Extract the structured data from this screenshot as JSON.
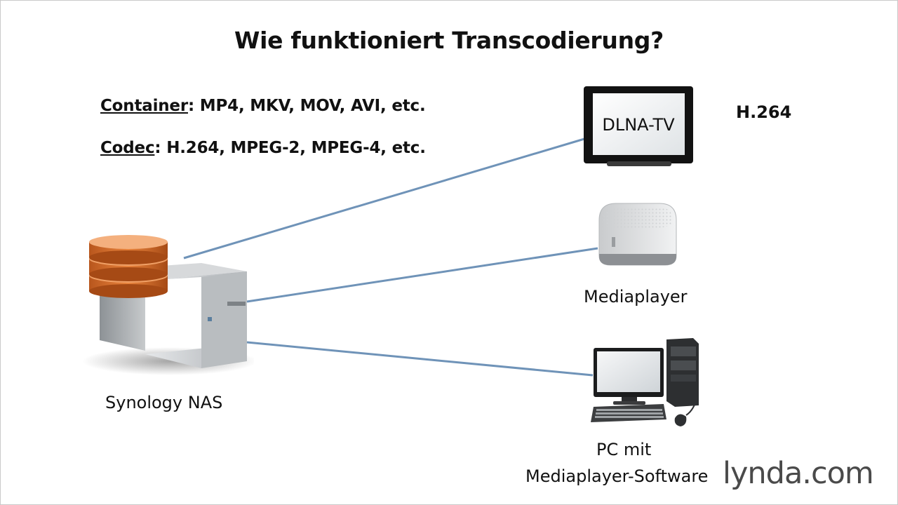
{
  "title": "Wie funktioniert Transcodierung?",
  "container": {
    "term": "Container",
    "rest": ": MP4, MKV, MOV, AVI, etc."
  },
  "codec": {
    "term": "Codec",
    "rest": ": H.264, MPEG-2, MPEG-4, etc."
  },
  "codec_tag": "H.264",
  "nodes": {
    "server": {
      "label": "Synology NAS",
      "icon": "nas-server-icon"
    },
    "tv": {
      "label": "DLNA-TV",
      "icon": "tv-icon"
    },
    "mediaplayer": {
      "label": "Mediaplayer",
      "icon": "media-player-box-icon"
    },
    "pc": {
      "label_line1": "PC mit",
      "label_line2": "Mediaplayer-Software",
      "icon": "desktop-pc-icon"
    }
  },
  "colors": {
    "link": "#6f93b8",
    "disk": "#d9742b"
  },
  "watermark": "lynda.com"
}
